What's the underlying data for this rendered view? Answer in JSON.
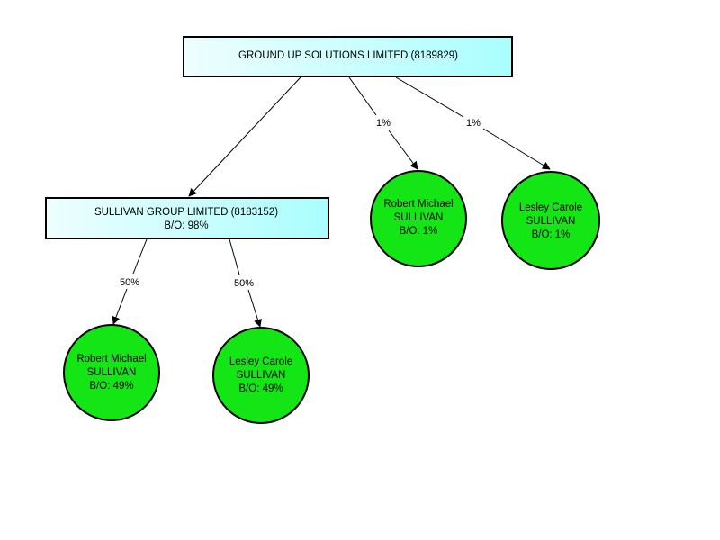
{
  "colors": {
    "company_fill_light": "#eefefe",
    "company_fill_dark": "#aafefe",
    "person_fill": "#14e514",
    "line": "#000000"
  },
  "companies": {
    "root": {
      "name": "GROUND UP SOLUTIONS LIMITED (8189829)"
    },
    "sullivan_group": {
      "name": "SULLIVAN GROUP LIMITED (8183152)",
      "bo": "B/O: 98%"
    }
  },
  "persons": {
    "robert_top": {
      "line1": "Robert Michael",
      "line2": "SULLIVAN",
      "bo": "B/O: 1%"
    },
    "lesley_top": {
      "line1": "Lesley Carole",
      "line2": "SULLIVAN",
      "bo": "B/O: 1%"
    },
    "robert_bottom": {
      "line1": "Robert Michael",
      "line2": "SULLIVAN",
      "bo": "B/O: 49%"
    },
    "lesley_bottom": {
      "line1": "Lesley Carole",
      "line2": "SULLIVAN",
      "bo": "B/O: 49%"
    }
  },
  "edges": {
    "root_to_robert": "1%",
    "root_to_lesley": "1%",
    "group_to_robert": "50%",
    "group_to_lesley": "50%"
  }
}
